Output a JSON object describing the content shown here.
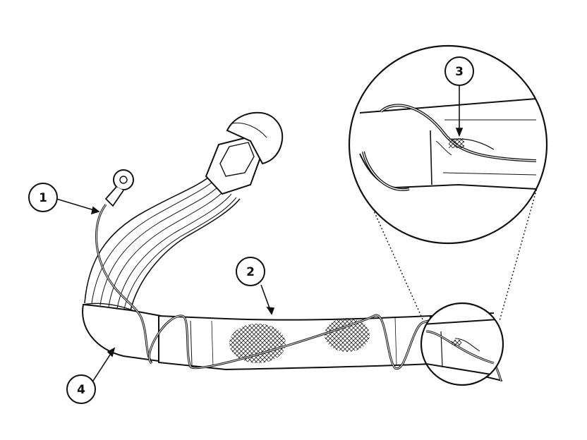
{
  "figure": {
    "callouts": [
      {
        "id": "callout-1",
        "label": "1"
      },
      {
        "id": "callout-2",
        "label": "2"
      },
      {
        "id": "callout-3",
        "label": "3"
      },
      {
        "id": "callout-4",
        "label": "4"
      }
    ]
  },
  "colors": {
    "ink": "#111111",
    "paper": "#ffffff",
    "shade": "#3a3a3a"
  }
}
